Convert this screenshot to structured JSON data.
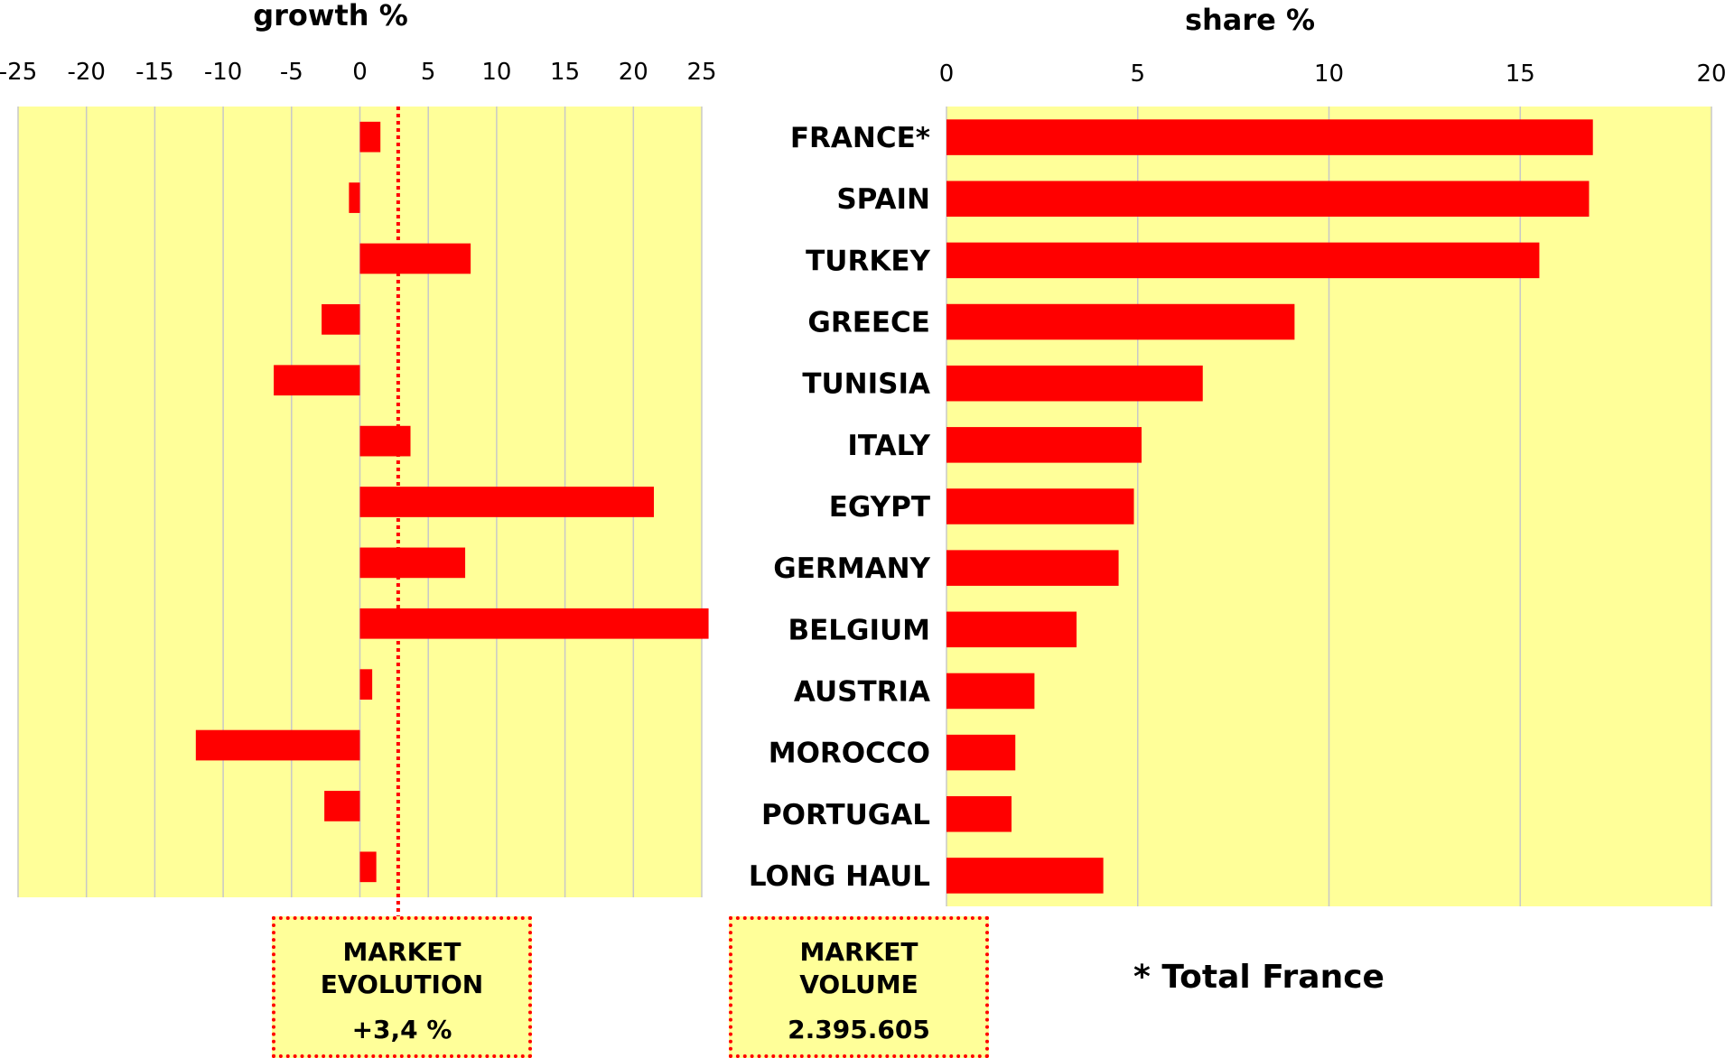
{
  "chart_data": [
    {
      "type": "bar",
      "orientation": "horizontal",
      "title": "growth %",
      "xlim": [
        -25,
        25
      ],
      "ticks": [
        -25,
        -20,
        -15,
        -10,
        -5,
        0,
        5,
        10,
        15,
        20,
        25
      ],
      "grid": true,
      "categories": [
        "FRANCE*",
        "SPAIN",
        "TURKEY",
        "GREECE",
        "TUNISIA",
        "ITALY",
        "EGYPT",
        "GERMANY",
        "BELGIUM",
        "AUSTRIA",
        "MOROCCO",
        "PORTUGAL",
        "LONG HAUL"
      ],
      "values": [
        1.5,
        -0.8,
        8.1,
        -2.8,
        -6.3,
        3.7,
        21.5,
        7.7,
        25.5,
        0.9,
        -12.0,
        -2.6,
        1.2
      ],
      "reference_line": 2.8
    },
    {
      "type": "bar",
      "orientation": "horizontal",
      "title": "share %",
      "xlim": [
        0,
        20
      ],
      "ticks": [
        0,
        5,
        10,
        15,
        20
      ],
      "grid": true,
      "categories": [
        "FRANCE*",
        "SPAIN",
        "TURKEY",
        "GREECE",
        "TUNISIA",
        "ITALY",
        "EGYPT",
        "GERMANY",
        "BELGIUM",
        "AUSTRIA",
        "MOROCCO",
        "PORTUGAL",
        "LONG HAUL"
      ],
      "values": [
        16.9,
        16.8,
        15.5,
        9.1,
        6.7,
        5.1,
        4.9,
        4.5,
        3.4,
        2.3,
        1.8,
        1.7,
        4.1
      ]
    }
  ],
  "colors": {
    "bar": "#ff0000",
    "plot_background": "#ffff99",
    "grid": "#c8c8c8",
    "reference_line": "#ff0000"
  },
  "market_evolution": {
    "line1": "MARKET",
    "line2": "EVOLUTION",
    "value": "+3,4 %"
  },
  "market_volume": {
    "line1": "MARKET",
    "line2": "VOLUME",
    "value": "2.395.605"
  },
  "footnote": "* Total France"
}
